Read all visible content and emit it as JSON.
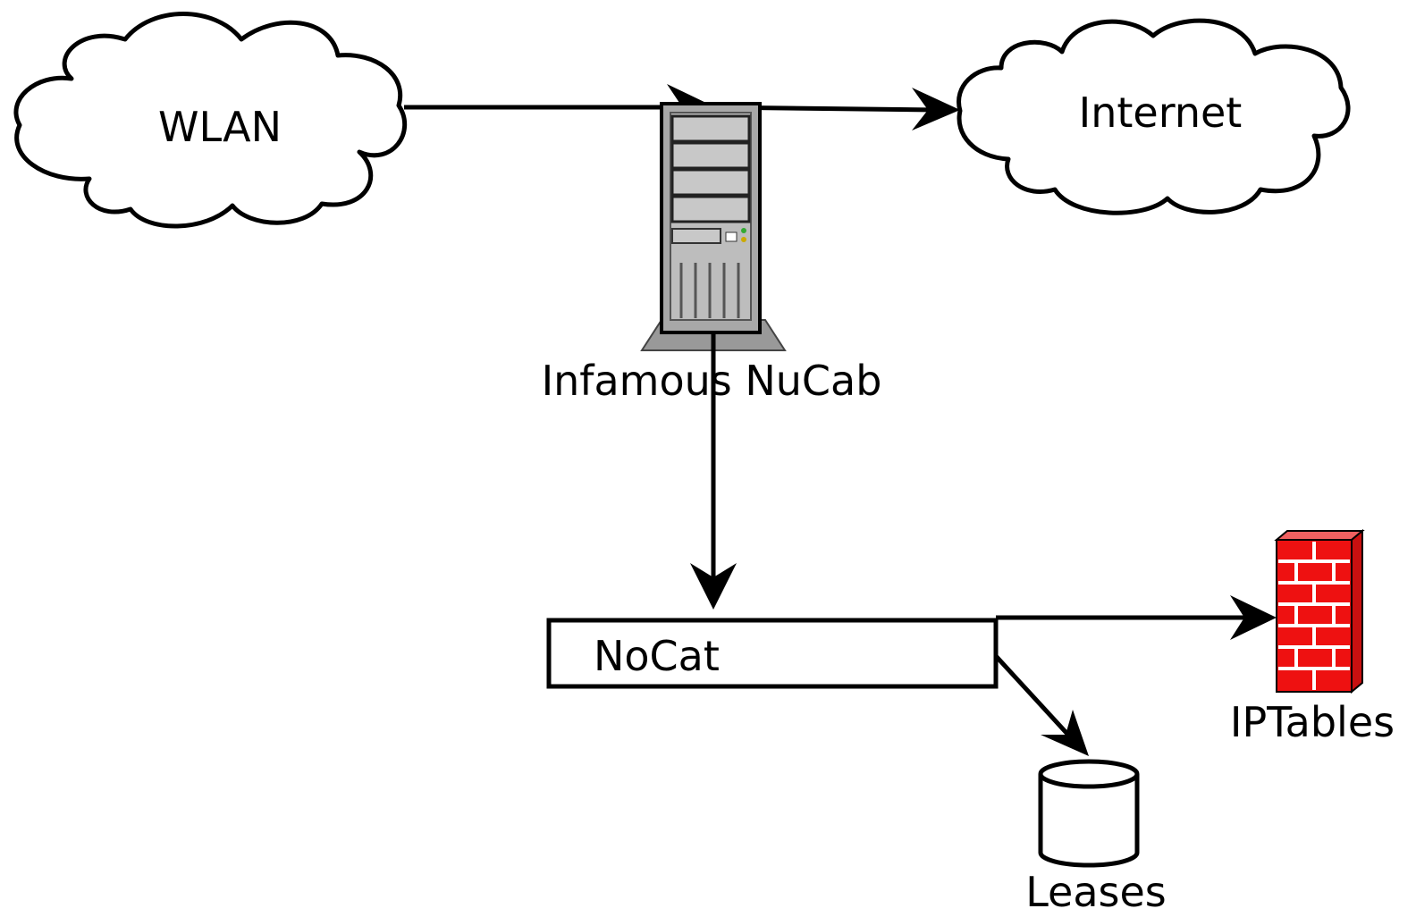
{
  "nodes": {
    "wlan": {
      "label": "WLAN"
    },
    "internet": {
      "label": "Internet"
    },
    "server": {
      "label": "Infamous NuCab"
    },
    "nocat": {
      "label": "NoCat"
    },
    "leases": {
      "label": "Leases"
    },
    "iptables": {
      "label": "IPTables"
    }
  },
  "edges": [
    {
      "from": "WLAN",
      "to": "Infamous NuCab"
    },
    {
      "from": "Infamous NuCab",
      "to": "Internet"
    },
    {
      "from": "Infamous NuCab",
      "to": "NoCat"
    },
    {
      "from": "NoCat",
      "to": "IPTables"
    },
    {
      "from": "NoCat",
      "to": "Leases"
    }
  ],
  "colors": {
    "stroke": "#000000",
    "server_body": "#a8a8a8",
    "server_panel": "#c4c4c4",
    "firewall_brick": "#ee1111",
    "firewall_mortar": "#ffffff"
  }
}
